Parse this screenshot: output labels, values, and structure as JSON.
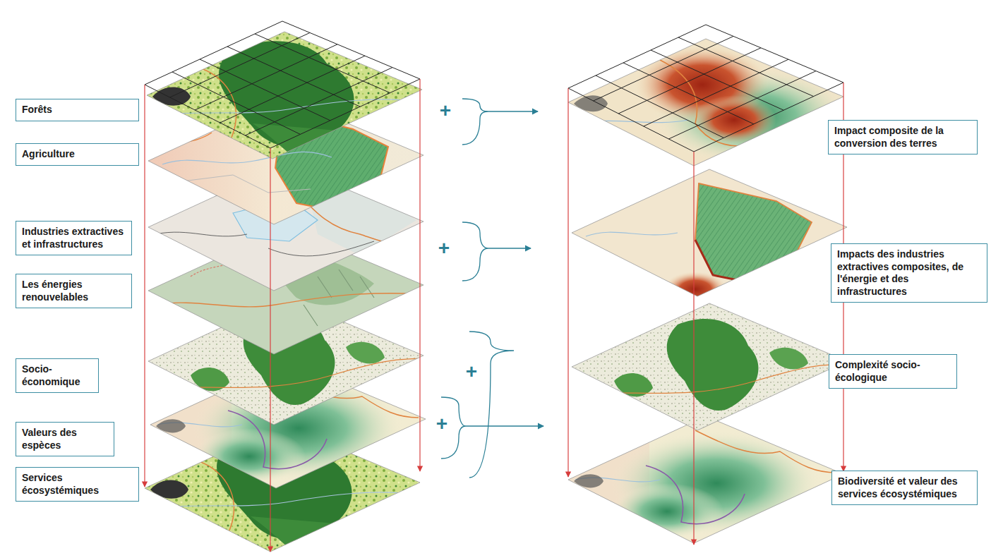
{
  "diagram": {
    "nodes": [
      {
        "text": [
          "Forêts"
        ]
      },
      {
        "text": [
          "Agriculture"
        ]
      },
      {
        "text": [
          "Industries extractives et infrastructures"
        ]
      },
      {
        "text": [
          "Les énergies renouvelables"
        ]
      },
      {
        "text": [
          "Socio-économique"
        ]
      },
      {
        "text": [
          "Valeurs des espèces"
        ]
      },
      {
        "text": [
          "Services écosystémiques"
        ]
      },
      {
        "text": [
          "Impact composite de la conversion des terres"
        ]
      },
      {
        "text": [
          "Impacts des industries extractives composites, de l'énergie et des infrastructures"
        ]
      },
      {
        "text": [
          "Complexité socio-écologique"
        ]
      },
      {
        "text": [
          "Biodiversité et valeur des services écosystémiques"
        ]
      }
    ],
    "labels": [
      "+",
      "+",
      "+",
      "+"
    ]
  }
}
